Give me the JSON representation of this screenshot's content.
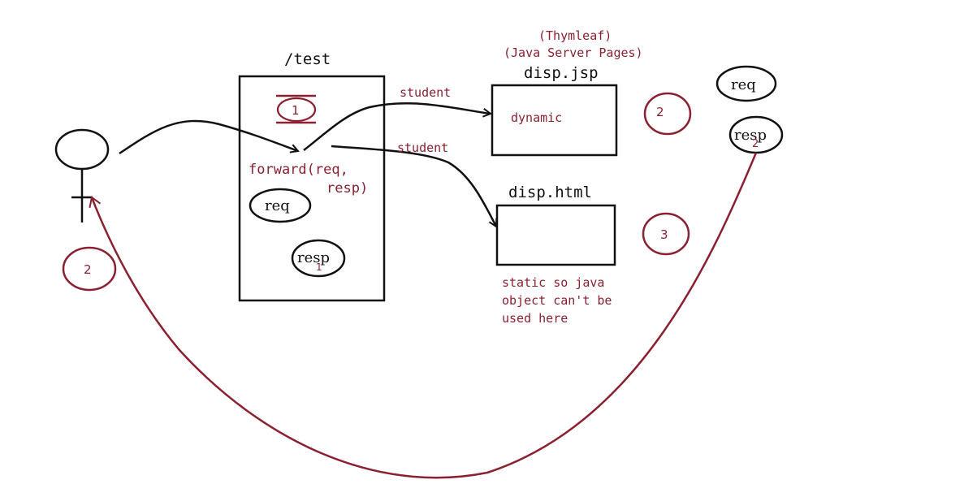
{
  "diagram": {
    "servlet": {
      "title": "/test",
      "forward_line1": "forward(req,",
      "forward_line2": "resp)",
      "badge": "1",
      "req": "req",
      "resp": "resp",
      "resp_badge": "1"
    },
    "user": {
      "badge": "2"
    },
    "jsp": {
      "tech_line1": "(Thymleaf)",
      "tech_line2": "(Java Server Pages)",
      "title": "disp.jsp",
      "content": "dynamic",
      "badge": "2",
      "edge_label": "student"
    },
    "html": {
      "title": "disp.html",
      "badge": "3",
      "edge_label": "student",
      "note_line1": "static so java",
      "note_line2": "object can't be",
      "note_line3": "used here"
    },
    "response_nodes": {
      "req": "req",
      "resp": "resp",
      "resp_badge": "2"
    },
    "colors": {
      "ink": "#111111",
      "accent": "#8a2030"
    }
  }
}
